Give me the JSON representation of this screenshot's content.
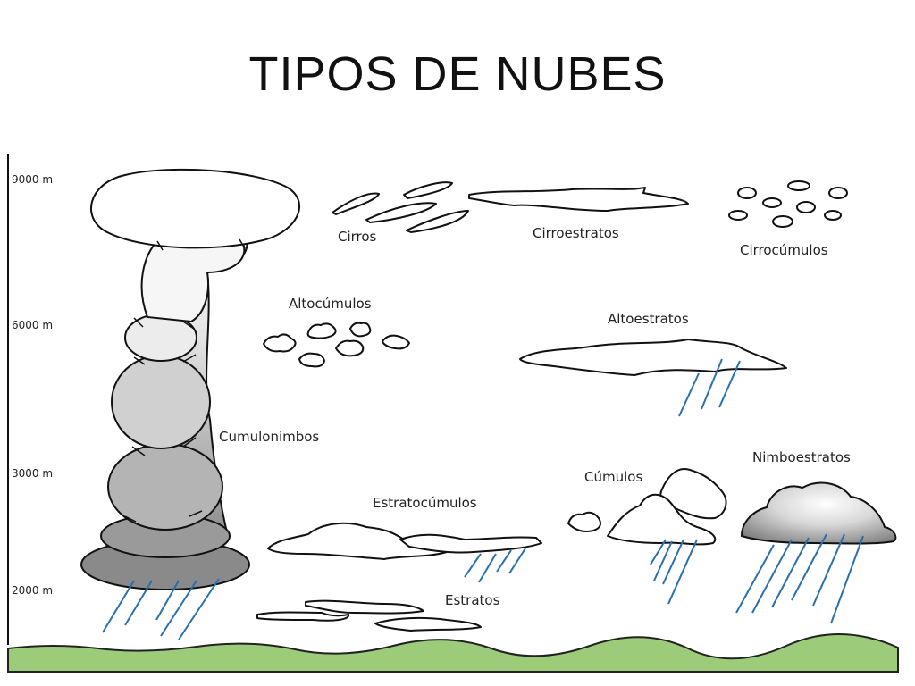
{
  "title": "TIPOS DE NUBES",
  "altitudes": [
    "9000 m",
    "6000 m",
    "3000 m",
    "2000 m"
  ],
  "clouds": {
    "cirros": "Cirros",
    "cirroestratos": "Cirroestratos",
    "cirrocumulos": "Cirrocúmulos",
    "altocumulos": "Altocúmulos",
    "altoestratos": "Altoestratos",
    "cumulonimbos": "Cumulonimbos",
    "cumulos": "Cúmulos",
    "nimboestratos": "Nimboestratos",
    "estratocumulos": "Estratocúmulos",
    "estratos": "Estratos"
  },
  "colors": {
    "rain": "#2a6fae",
    "ground": "#9ccb7a",
    "outline": "#111111"
  }
}
